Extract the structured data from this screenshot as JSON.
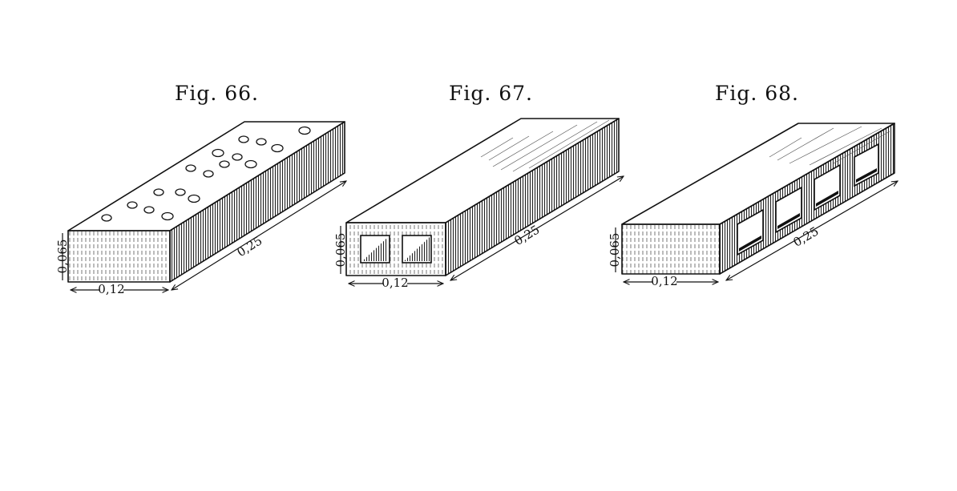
{
  "figures": [
    {
      "title": "Fig. 66.",
      "kind": "solid brick with surface recesses",
      "dimensions": {
        "length": "0,25",
        "width": "0,12",
        "height": "0,065"
      }
    },
    {
      "title": "Fig. 67.",
      "kind": "hollow brick with two channels",
      "dimensions": {
        "length": "0,25",
        "width": "0,12",
        "height": "0,065"
      }
    },
    {
      "title": "Fig. 68.",
      "kind": "hollow brick with side openings",
      "dimensions": {
        "length": "0,25",
        "width": "0,12",
        "height": "0,065"
      }
    }
  ]
}
